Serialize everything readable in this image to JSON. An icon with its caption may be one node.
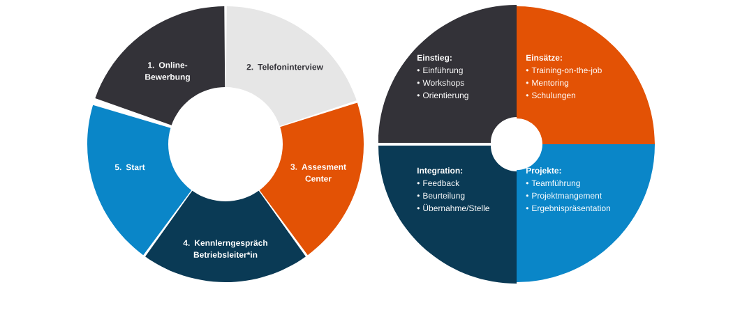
{
  "diagram": {
    "nodes": [
      {
        "text": [
          "1. Online- Bewerbung"
        ]
      },
      {
        "text": [
          "2. Telefoninterview"
        ]
      },
      {
        "text": [
          "3. Assesment Center"
        ]
      },
      {
        "text": [
          "4. Kennlerngespräch Betriebsleiter*in"
        ]
      },
      {
        "text": [
          "5. Start"
        ]
      },
      {
        "text": [
          "Einstieg:",
          "• Einführung",
          "• Workshops",
          "• Orientierung"
        ]
      },
      {
        "text": [
          "Einsätze:",
          "• Training-on-the-job",
          "• Mentoring",
          "• Schulungen"
        ]
      },
      {
        "text": [
          "Integration:",
          "• Feedback",
          "• Beurteilung",
          "• Übernahme/Stelle"
        ]
      },
      {
        "text": [
          "Projekte:",
          "• Teamführung",
          "• Projektmangement",
          "• Ergebnispräsentation"
        ]
      }
    ]
  }
}
